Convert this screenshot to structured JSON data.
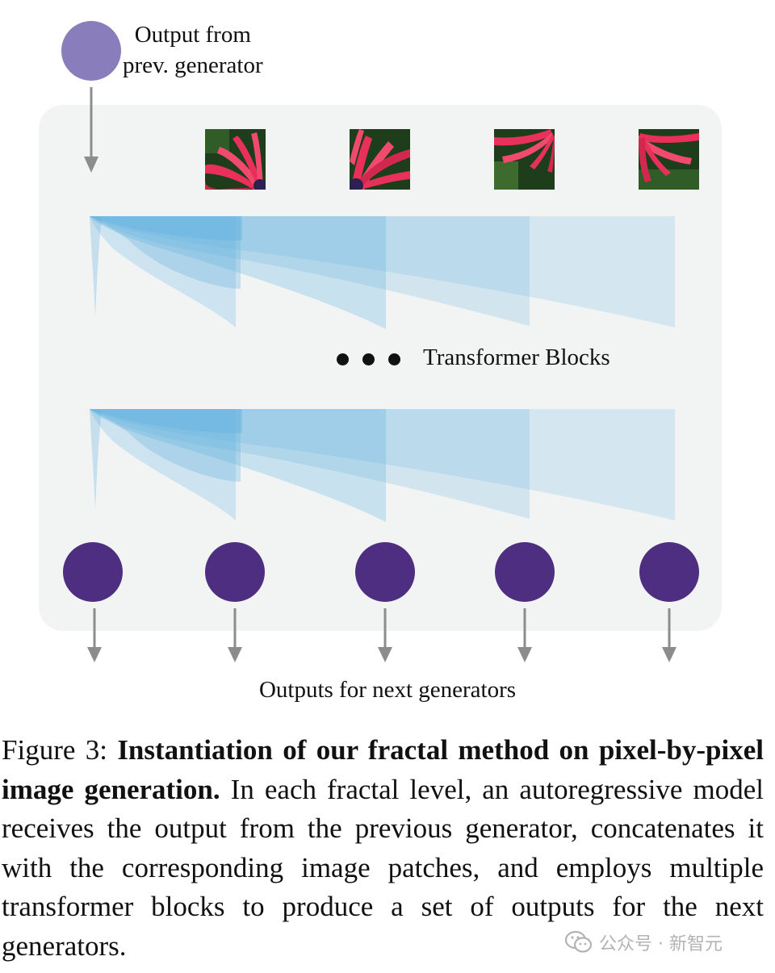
{
  "diagram": {
    "input_label_line1": "Output from",
    "input_label_line2": "prev. generator",
    "blocks_label": "Transformer Blocks",
    "outputs_label": "Outputs for next generators",
    "patch_count": 4,
    "output_count": 5,
    "colors": {
      "input_circle": "#8a7dbb",
      "output_circle": "#4e2e80",
      "attention_blue": "#5fb0df",
      "panel_bg": "#f2f4f4",
      "arrow": "#8c8c8c",
      "petal": "#e8305a",
      "leaf": "#1e3d1a"
    }
  },
  "caption": {
    "figure_label": "Figure 3: ",
    "title": "Instantiation of our fractal method on pixel-by-pixel image generation.",
    "body": " In each fractal level, an autoregressive model receives the output from the previous generator, concatenates it with the corresponding image patches, and employs multiple transformer blocks to produce a set of outputs for the next generators."
  },
  "watermark": {
    "icon": "wechat-icon",
    "text": "公众号 · 新智元"
  }
}
